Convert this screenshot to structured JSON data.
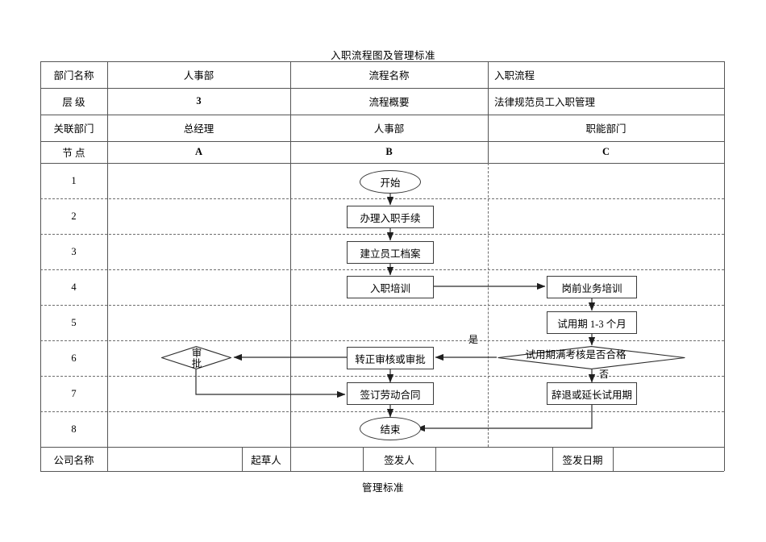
{
  "document": {
    "title": "入职流程图及管理标准",
    "bottom_caption": "管理标准"
  },
  "header_rows": [
    {
      "label": "部门名称",
      "value_a": "人事部",
      "label2": "流程名称",
      "value_b": "入职流程"
    },
    {
      "label": "层 级",
      "value_a": "3",
      "label2": "流程概要",
      "value_b": "法律规范员工入职管理"
    },
    {
      "label": "关联部门",
      "value_a": "总经理",
      "label2": "人事部",
      "value_b": "职能部门"
    },
    {
      "label": "节 点",
      "value_a": "A",
      "label2": "B",
      "value_b": "C"
    }
  ],
  "node_numbers": [
    "1",
    "2",
    "3",
    "4",
    "5",
    "6",
    "7",
    "8"
  ],
  "swimlanes": [
    {
      "id": "A",
      "department": "总经理"
    },
    {
      "id": "B",
      "department": "人事部"
    },
    {
      "id": "C",
      "department": "职能部门"
    }
  ],
  "flow_nodes": [
    {
      "id": "start",
      "label": "开始",
      "shape": "terminator",
      "lane": "B",
      "row": 1
    },
    {
      "id": "onboard",
      "label": "办理入职手续",
      "shape": "process",
      "lane": "B",
      "row": 2
    },
    {
      "id": "archive",
      "label": "建立员工档案",
      "shape": "process",
      "lane": "B",
      "row": 3
    },
    {
      "id": "induction",
      "label": "入职培训",
      "shape": "process",
      "lane": "B",
      "row": 4
    },
    {
      "id": "pretrain",
      "label": "岗前业务培训",
      "shape": "process",
      "lane": "C",
      "row": 4
    },
    {
      "id": "probation",
      "label": "试用期 1-3 个月",
      "shape": "process",
      "lane": "C",
      "row": 5
    },
    {
      "id": "assess",
      "label": "试用期满考核是否合格",
      "shape": "decision",
      "lane": "C",
      "row": 6
    },
    {
      "id": "review",
      "label": "转正审核或审批",
      "shape": "process",
      "lane": "B",
      "row": 6
    },
    {
      "id": "approve",
      "label": "审批",
      "shape": "decision",
      "lane": "A",
      "row": 6
    },
    {
      "id": "dismiss",
      "label": "辞退或延长试用期",
      "shape": "process",
      "lane": "C",
      "row": 7
    },
    {
      "id": "contract",
      "label": "签订劳动合同",
      "shape": "process",
      "lane": "B",
      "row": 7
    },
    {
      "id": "end",
      "label": "结束",
      "shape": "terminator",
      "lane": "B",
      "row": 8
    }
  ],
  "edge_labels": [
    {
      "id": "yes",
      "label": "是"
    },
    {
      "id": "no",
      "label": "否"
    }
  ],
  "footer": {
    "company_label": "公司名称",
    "company_value": "",
    "drafter_label": "起草人",
    "drafter_value": "",
    "issuer_label": "签发人",
    "issuer_value": "",
    "issue_date_label": "签发日期",
    "issue_date_value": ""
  },
  "colors": {
    "line": "#3a3a3a",
    "grid": "#555555",
    "dashed": "#6e6e6e",
    "background": "#ffffff"
  }
}
